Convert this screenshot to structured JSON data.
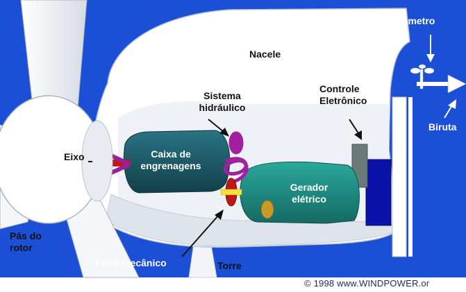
{
  "diagram": {
    "labels": {
      "anemometro": "Anemômetro",
      "nacele": "Nacele",
      "sistema_line1": "Sistema",
      "sistema_line2": "hidráulico",
      "controle_line1": "Controle",
      "controle_line2": "Eletrônico",
      "biruta": "Biruta",
      "eixo": "Eixo",
      "caixa_line1": "Caixa de",
      "caixa_line2": "engrenagens",
      "gerador_line1": "Gerador",
      "gerador_line2": "elétrico",
      "pas_line1": "Pás do",
      "pas_line2": "rotor",
      "freio": "Freio mecânico",
      "torre": "Torre"
    },
    "copyright": "© 1998 www.WINDPOWER.or"
  },
  "colors": {
    "sky": "#1a4fd6",
    "nacelle": "#ffffff",
    "gearbox": "#1f5f6e",
    "generator": "#1f8f85",
    "hydraulic": "#a020a0",
    "brake": "#c01818",
    "axle": "#c01818",
    "controller": "#6a7a78",
    "panel": "#0a12a8"
  }
}
